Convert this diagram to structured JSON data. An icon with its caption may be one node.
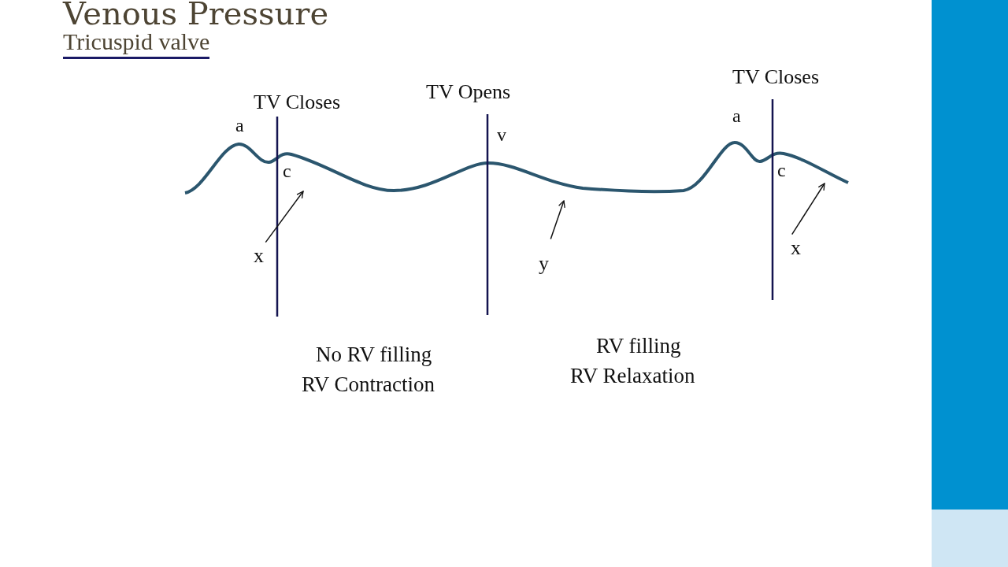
{
  "diagram": {
    "title": "Venous Pressure",
    "nodes": [
      {
        "text": [
          "x"
        ]
      },
      {
        "text": [
          "y"
        ]
      },
      {
        "text": [
          "x"
        ]
      },
      {
        "text": [],
        "shape": "curve"
      }
    ],
    "edges": [
      {
        "from": 0,
        "to": 3,
        "arrow": "to"
      },
      {
        "from": 1,
        "to": 3,
        "arrow": "to"
      },
      {
        "from": 2,
        "to": 3,
        "arrow": "to"
      }
    ],
    "labels": [
      "Tricuspid valve",
      "TV Opens",
      "TV Closes",
      "TV Closes",
      "a",
      "v",
      "a",
      "c",
      "c",
      "No RV filling",
      "RV Contraction",
      "RV filling",
      "RV Relaxation"
    ]
  }
}
